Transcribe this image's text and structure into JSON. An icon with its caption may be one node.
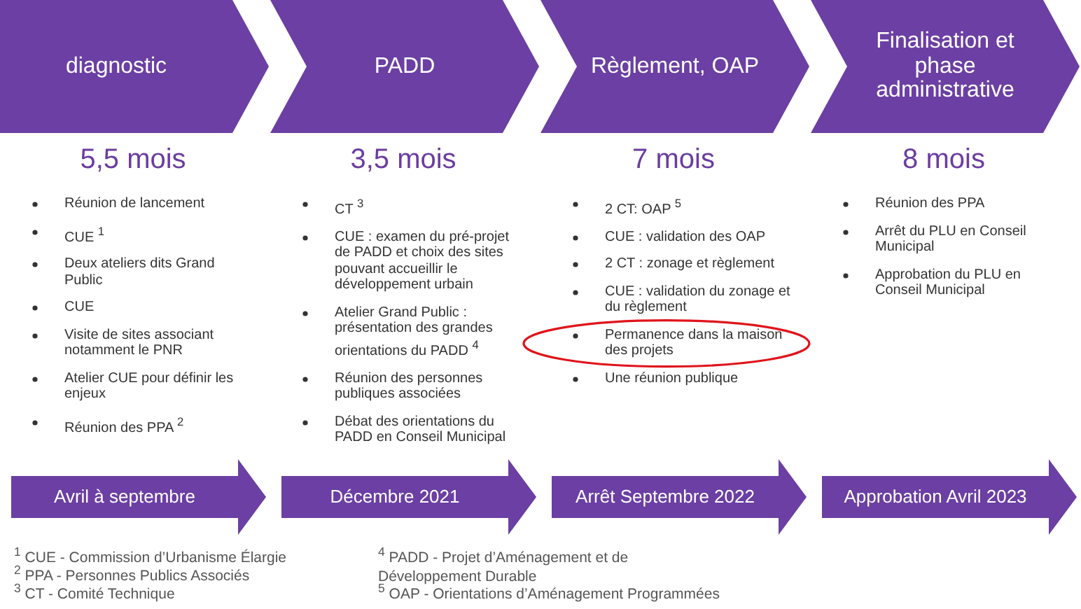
{
  "diagram": {
    "nodes": [
      {
        "text": [
          "diagnostic"
        ]
      },
      {
        "text": [
          "PADD"
        ]
      },
      {
        "text": [
          "Règlement, OAP"
        ]
      },
      {
        "text": [
          "Finalisation et phase administrative"
        ]
      },
      {
        "text": [
          "Avril à septembre"
        ]
      },
      {
        "text": [
          "Décembre 2021"
        ]
      },
      {
        "text": [
          "Arrêt Septembre 2022"
        ]
      },
      {
        "text": [
          "Approbation Avril 2023"
        ]
      }
    ],
    "labels": [
      "5,5 mois",
      "Réunion de lancement",
      "CUE $^{1}$",
      "Deux ateliers dits Grand Public",
      "CUE",
      "Visite de sites associant notamment le PNR",
      "Atelier CUE pour définir les enjeux",
      "Réunion des PPA $^{2}$",
      "3,5 mois",
      "CT $^{3}$",
      "CUE : examen du pré-projet de PADD et choix des sites pouvant accueillir le développement urbain",
      "Atelier Grand Public : présentation des grandes orientations du PADD $^{4}$",
      "Réunion des personnes publiques associées",
      "Débat des orientations du PADD en Conseil Municipal",
      "7 mois",
      "2 CT: OAP $^{5}$",
      "CUE : validation des OAP",
      "2 CT : zonage et règlement",
      "CUE : validation du zonage et du règlement",
      "Permanence dans la maison des projets",
      "Une réunion publique",
      "8 mois",
      "Réunion des PPA",
      "Arrêt du PLU en Conseil Municipal",
      "Approbation du PLU en Conseil Municipal",
      "$^{1}$ CUE - Commission d’Urbanisme Élargie",
      "$^{2}$ PPA - Personnes Publics Associés",
      "$^{3}$ CT - Comité Technique",
      "$^{4}$ PADD - Projet d’Aménagement et de Développement Durable",
      "$^{5}$ OAP - Orientations d’Aménagement Programmées"
    ]
  }
}
